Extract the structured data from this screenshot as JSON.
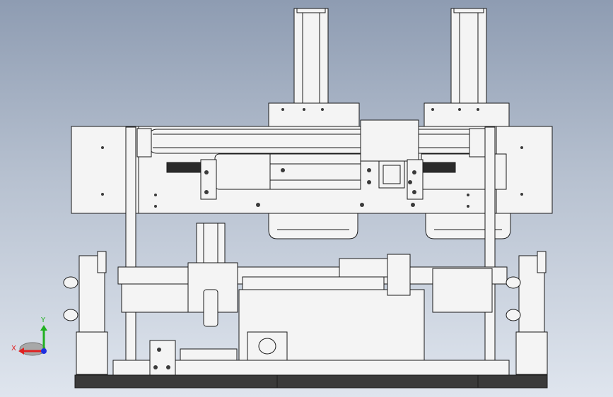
{
  "viewport": {
    "label": "3D model view",
    "background_top": "#8e9cb2",
    "background_bottom": "#dfe5ee",
    "part_fill": "#f4f4f4",
    "edge_color": "#1a1a1a",
    "base_color": "#3a3a3a"
  },
  "triad": {
    "x_label": "X",
    "y_label": "Y",
    "x_color": "#e02020",
    "y_color": "#20b020",
    "z_color": "#2030e0"
  }
}
